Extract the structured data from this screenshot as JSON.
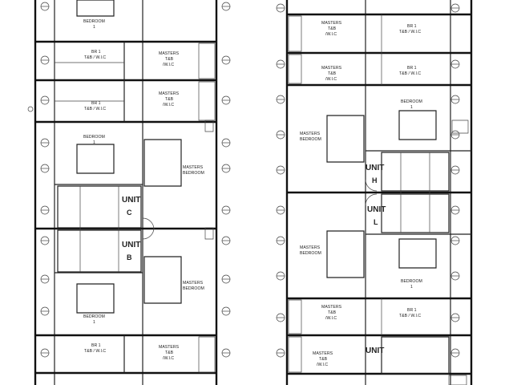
{
  "rooms": {
    "bedroom": "BEDROOM",
    "bedroom_number": "1",
    "br1_label": "BR 1",
    "tb_wic_lower": "T&B / W.I.C",
    "masters_line1": "MASTERS",
    "masters_tb": "T&B",
    "wic": "/W.I.C",
    "masters_bedroom": "BEDROOM"
  },
  "units": {
    "unit_label": "UNIT",
    "left": [
      "C",
      "B"
    ],
    "right": [
      "H",
      "L"
    ]
  },
  "colors": {
    "line": "#111111",
    "background": "#ffffff"
  }
}
